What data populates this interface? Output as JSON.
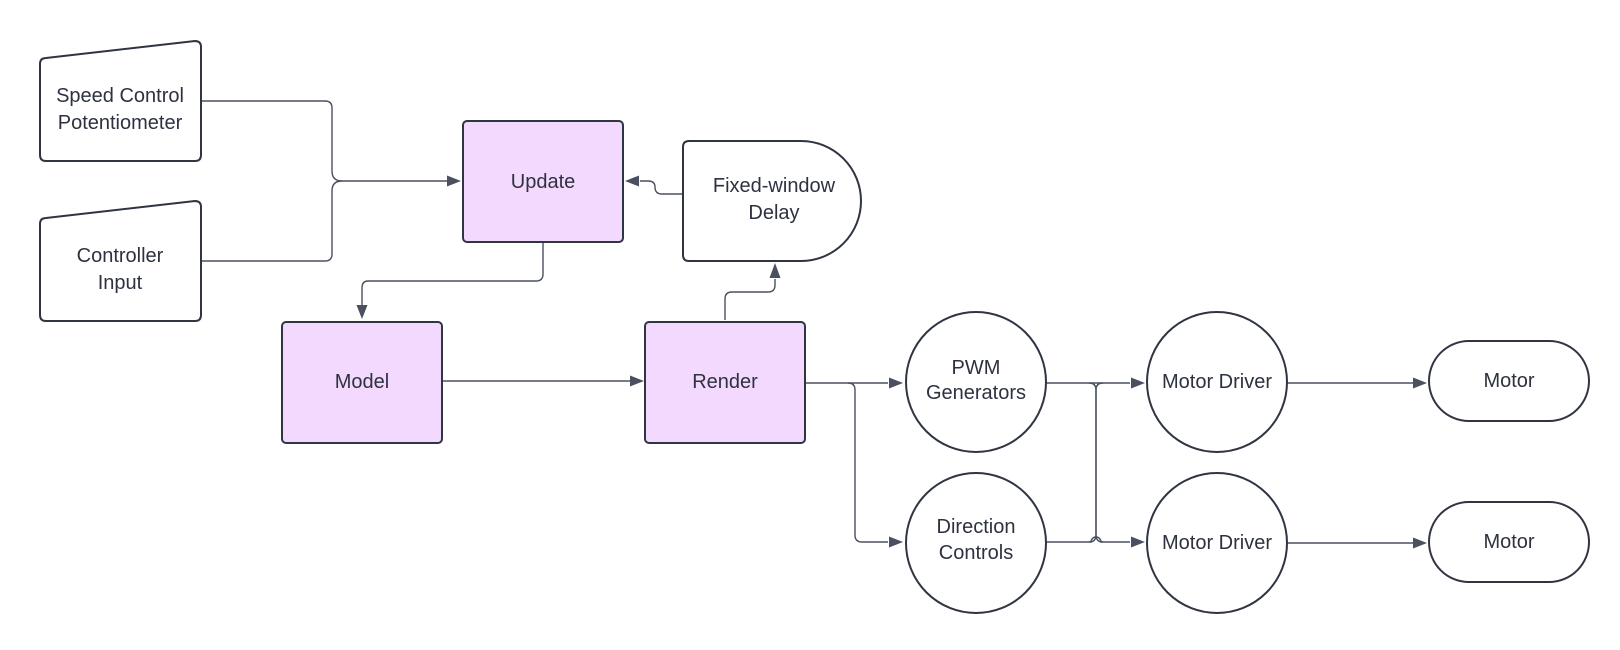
{
  "colors": {
    "process_fill": "#f2d9fd",
    "stroke": "#2f3542",
    "connector": "#4a5060",
    "text": "#2e3240"
  },
  "nodes": {
    "speed_control": {
      "line1": "Speed Control",
      "line2": "Potentiometer"
    },
    "controller_input": {
      "line1": "Controller",
      "line2": "Input"
    },
    "update": {
      "label": "Update"
    },
    "delay": {
      "line1": "Fixed-window",
      "line2": "Delay"
    },
    "model": {
      "label": "Model"
    },
    "render": {
      "label": "Render"
    },
    "pwm": {
      "line1": "PWM",
      "line2": "Generators"
    },
    "direction": {
      "line1": "Direction",
      "line2": "Controls"
    },
    "motor_driver_1": {
      "label": "Motor Driver"
    },
    "motor_driver_2": {
      "label": "Motor Driver"
    },
    "motor_1": {
      "label": "Motor"
    },
    "motor_2": {
      "label": "Motor"
    }
  },
  "edges": [
    {
      "from": "Speed Control Potentiometer",
      "to": "Update"
    },
    {
      "from": "Controller Input",
      "to": "Update"
    },
    {
      "from": "Fixed-window Delay",
      "to": "Update"
    },
    {
      "from": "Update",
      "to": "Model"
    },
    {
      "from": "Model",
      "to": "Render"
    },
    {
      "from": "Render",
      "to": "Fixed-window Delay"
    },
    {
      "from": "Render",
      "to": "PWM Generators"
    },
    {
      "from": "Render",
      "to": "Direction Controls"
    },
    {
      "from": "PWM Generators",
      "to": "Motor Driver"
    },
    {
      "from": "Direction Controls",
      "to": "Motor Driver"
    },
    {
      "from": "Motor Driver",
      "to": "Motor"
    }
  ]
}
